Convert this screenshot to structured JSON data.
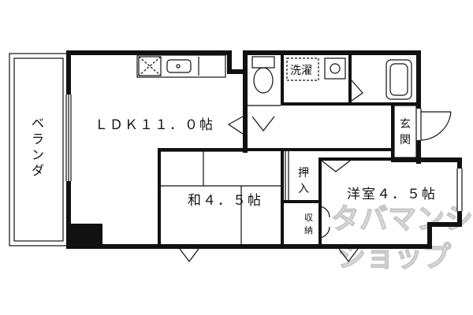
{
  "rooms": {
    "ldk": "ＬＤＫ１１．０帖",
    "washitsu": "和４．５帖",
    "youshitsu": "洋室４．５帖",
    "veranda": "ベランダ"
  },
  "fixtures": {
    "sentaku": "洗濯",
    "genkan": "玄関",
    "oshiire": "押入",
    "shuno": "収納"
  },
  "watermark": {
    "line1": "タバマンション",
    "line2": "ショップ"
  }
}
